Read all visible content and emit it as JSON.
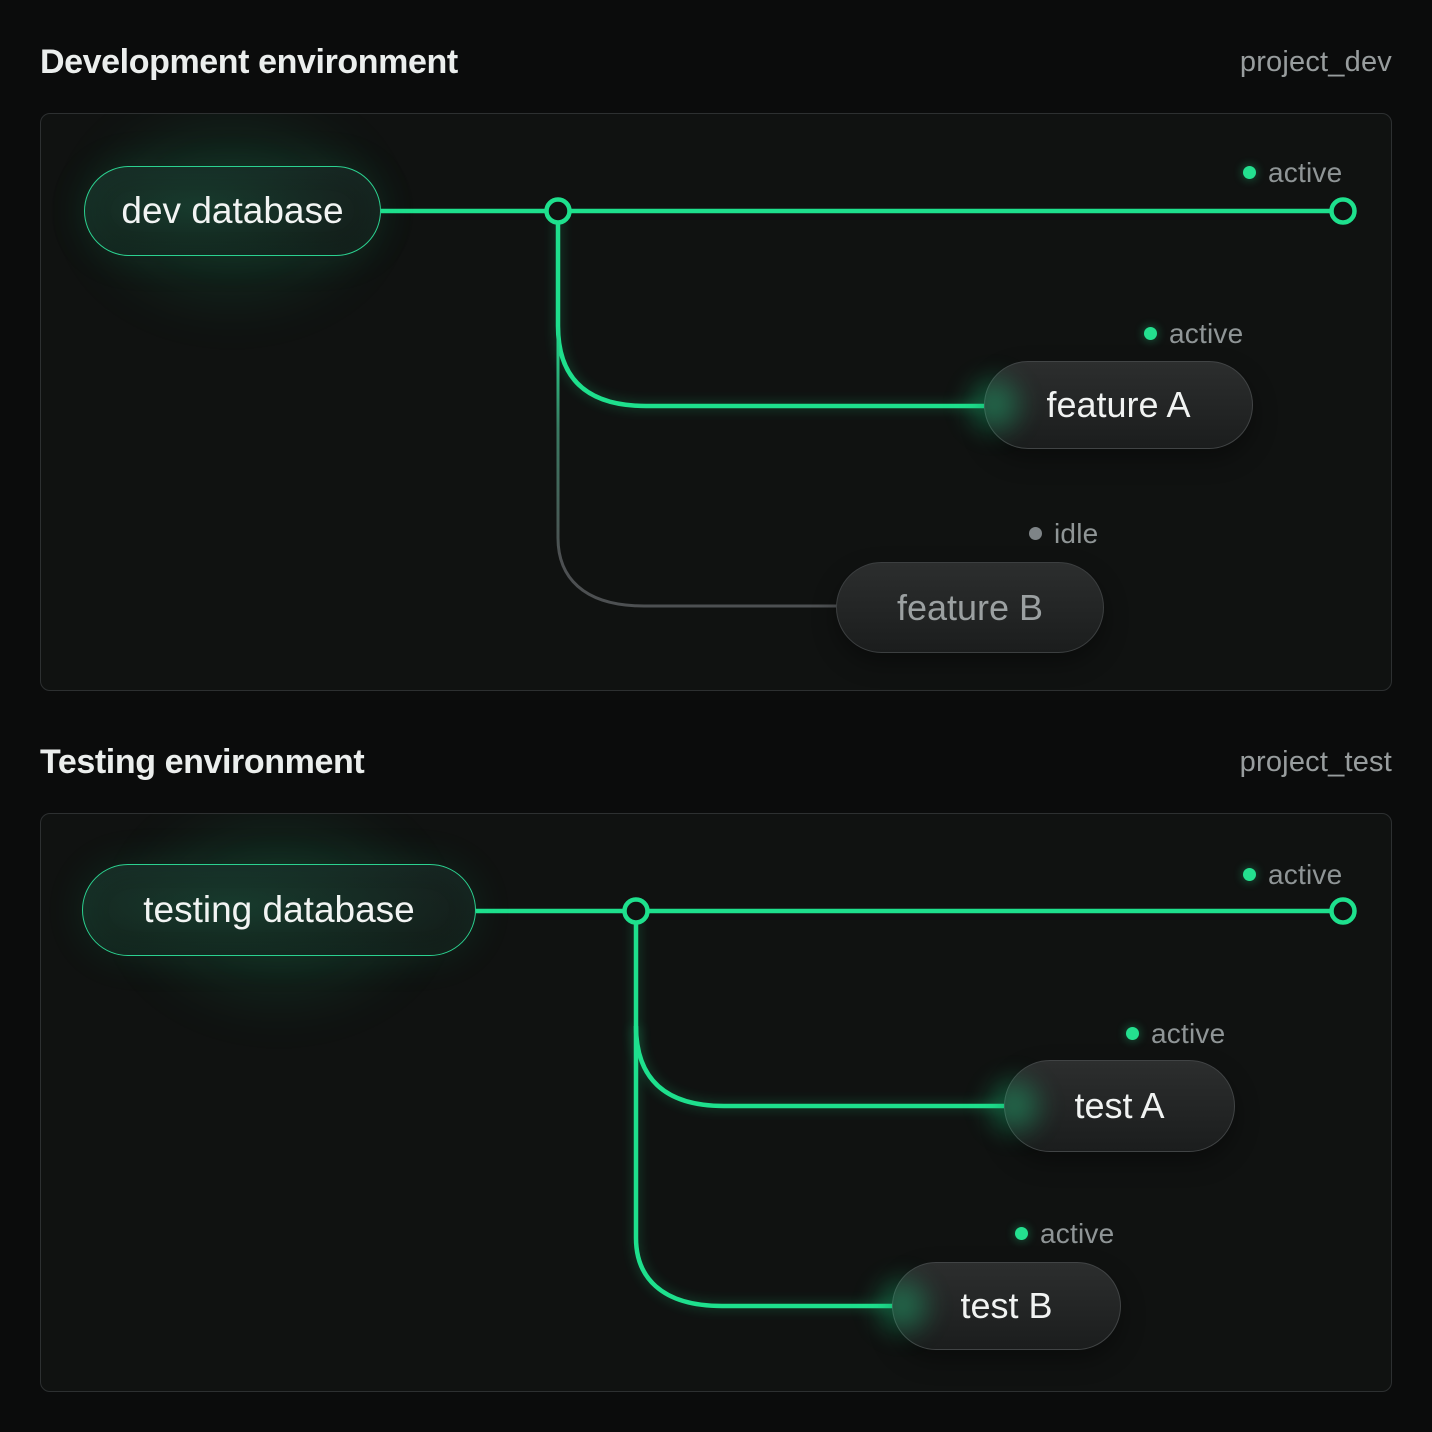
{
  "colors": {
    "accent_green": "#1ee08d",
    "idle_gray": "#4d5052",
    "status_text": "#8f9596",
    "panel_border": "#2d3031",
    "page_background": "#0b0c0c",
    "pill_text": "#f1f3f2",
    "db_border_green": "#2bd190"
  },
  "sections": [
    {
      "title": "Development environment",
      "project": "project_dev",
      "database": {
        "label": "dev database",
        "status": "active"
      },
      "branches": [
        {
          "label": "feature A",
          "status": "active"
        },
        {
          "label": "feature B",
          "status": "idle"
        }
      ]
    },
    {
      "title": "Testing environment",
      "project": "project_test",
      "database": {
        "label": "testing database",
        "status": "active"
      },
      "branches": [
        {
          "label": "test A",
          "status": "active"
        },
        {
          "label": "test B",
          "status": "active"
        }
      ]
    }
  ]
}
